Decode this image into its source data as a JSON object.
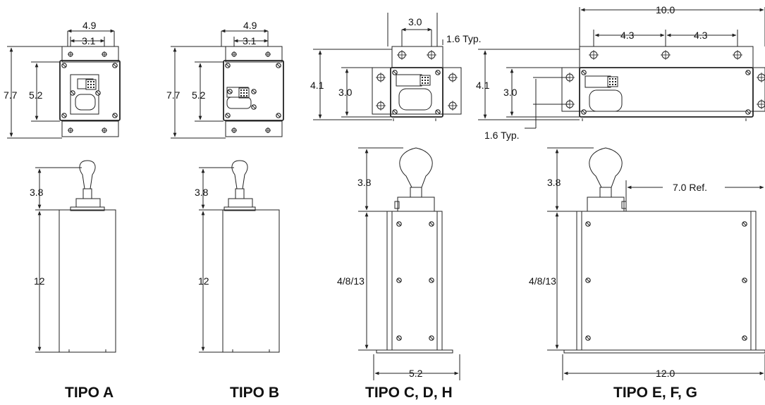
{
  "type_a": {
    "caption": "TIPO A",
    "top_width": "4.9",
    "hole_spacing": "3.1",
    "total_height": "7.7",
    "body_height": "5.2",
    "handle_height": "3.8",
    "body_length": "12"
  },
  "type_b": {
    "caption": "TIPO B",
    "top_width": "4.9",
    "hole_spacing": "3.1",
    "total_height": "7.7",
    "body_height": "5.2",
    "handle_height": "3.8",
    "body_length": "12"
  },
  "type_cdh": {
    "caption": "TIPO C, D, H",
    "hole_spacing": "3.0",
    "tab_note": "1.6 Typ.",
    "total_height": "4.1",
    "body_height": "3.0",
    "handle_height": "3.8",
    "body_length": "4/8/13",
    "base_width": "5.2"
  },
  "type_efg": {
    "caption": "TIPO E, F, G",
    "top_width": "10.0",
    "hole_spacing_left": "4.3",
    "hole_spacing_right": "4.3",
    "total_height": "4.1",
    "body_height": "3.0",
    "tab_note": "1.6 Typ.",
    "handle_height": "3.8",
    "ref_length": "7.0 Ref.",
    "body_length": "4/8/13",
    "base_width": "12.0"
  }
}
